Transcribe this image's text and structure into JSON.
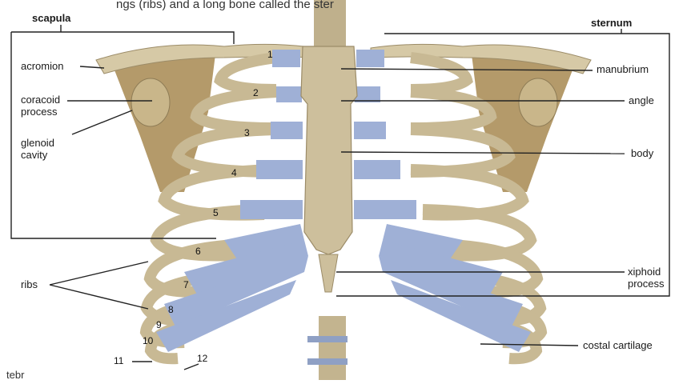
{
  "caption_fragment": "ngs (ribs) and a long bone called the ster",
  "caption_bottom_fragment": "tebr",
  "labels": {
    "scapula": "scapula",
    "sternum": "sternum",
    "acromion": "acromion",
    "coracoid_line1": "coracoid",
    "coracoid_line2": "process",
    "glenoid_line1": "glenoid",
    "glenoid_line2": "cavity",
    "ribs": "ribs",
    "manubrium": "manubrium",
    "angle": "angle",
    "body": "body",
    "xiphoid_line1": "xiphoid",
    "xiphoid_line2": "process",
    "costal_cartilage": "costal cartilage"
  },
  "rib_numbers": [
    "1",
    "2",
    "3",
    "4",
    "5",
    "6",
    "7",
    "8",
    "9",
    "10",
    "11",
    "12"
  ],
  "colors": {
    "bone": "#cdbf9c",
    "bone_dark": "#9c8c68",
    "cartilage": "#9fb0d6",
    "scapula": "#b49a6a",
    "line": "#222222"
  }
}
